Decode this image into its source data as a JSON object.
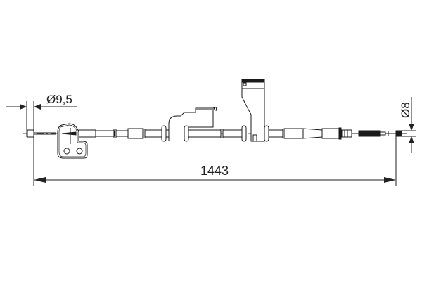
{
  "drawing": {
    "type": "technical-drawing",
    "subject": "parking brake cable",
    "line_color": "#1a1a1a",
    "background": "#ffffff",
    "dimensions": {
      "overall_length": {
        "label": "1443",
        "value": 1443
      },
      "left_end_diameter": {
        "label": "Ø9,5",
        "value": 9.5
      },
      "right_end_diameter": {
        "label": "Ø8",
        "value": 8
      }
    },
    "components": [
      "left-end-nipple",
      "mounting-bracket-left",
      "cable-sheath",
      "grommet-clips",
      "mid-bracket",
      "tall-bracket",
      "adjuster-sleeve",
      "threaded-end",
      "right-end-fitting"
    ]
  }
}
